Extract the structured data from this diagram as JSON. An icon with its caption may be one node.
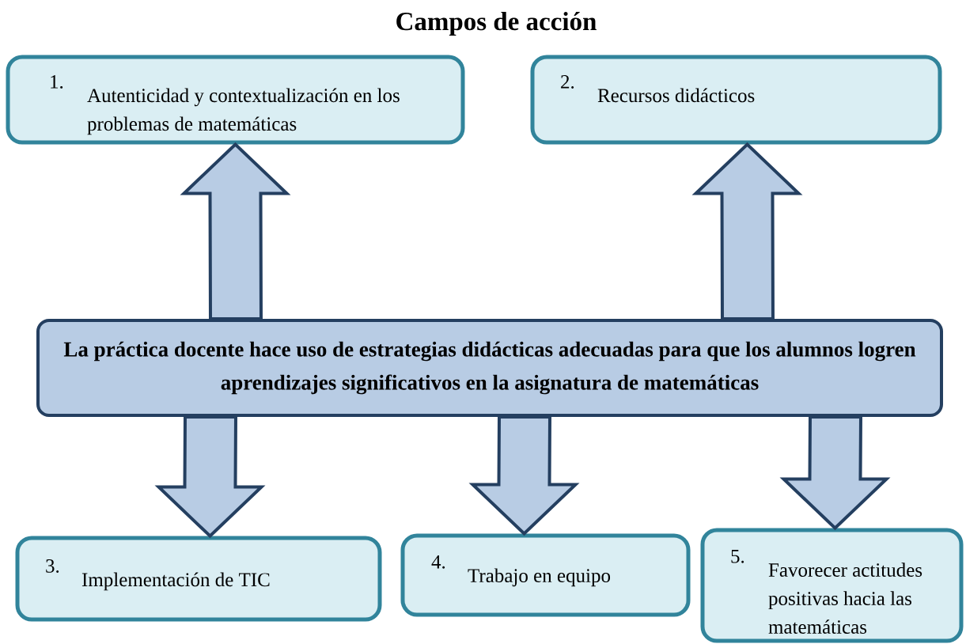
{
  "diagram": {
    "title": "Campos de acción",
    "nodes": [
      {
        "text": [
          "La práctica docente hace uso de estrategias didácticas adecuadas para que los alumnos logren aprendizajes significativos en la asignatura de matemáticas"
        ]
      },
      {
        "text": [
          "1.",
          "Autenticidad y contextualización en los problemas de matemáticas"
        ]
      },
      {
        "text": [
          "2.",
          "Recursos didácticos"
        ]
      },
      {
        "text": [
          "3.",
          "Implementación de TIC"
        ]
      },
      {
        "text": [
          "4.",
          "Trabajo en equipo"
        ]
      },
      {
        "text": [
          "5.",
          "Favorecer actitudes positivas hacia las matemáticas"
        ]
      }
    ],
    "edges": [
      {
        "from": 0,
        "to": 1,
        "arrow": "to"
      },
      {
        "from": 0,
        "to": 2,
        "arrow": "to"
      },
      {
        "from": 0,
        "to": 3,
        "arrow": "to"
      },
      {
        "from": 0,
        "to": 4,
        "arrow": "to"
      },
      {
        "from": 0,
        "to": 5,
        "arrow": "to"
      }
    ]
  }
}
